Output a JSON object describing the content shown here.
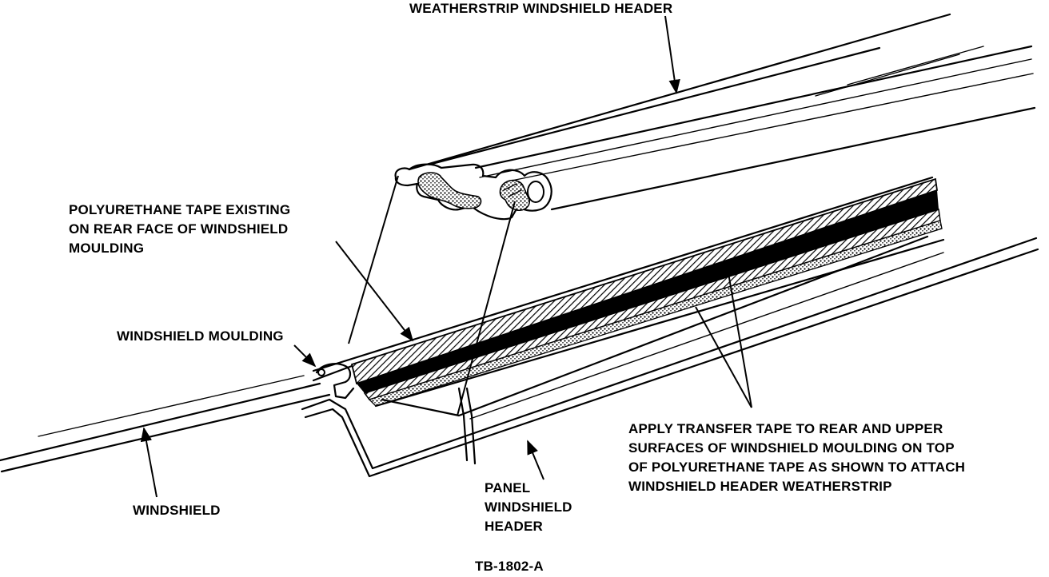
{
  "labels": {
    "weatherstrip_header": "WEATHERSTRIP WINDSHIELD HEADER",
    "poly_tape": [
      "POLYURETHANE TAPE EXISTING",
      "ON REAR FACE OF WINDSHIELD",
      "MOULDING"
    ],
    "moulding": "WINDSHIELD MOULDING",
    "transfer_tape": [
      "APPLY TRANSFER TAPE TO REAR AND UPPER",
      "SURFACES OF WINDSHIELD MOULDING ON TOP",
      "OF POLYURETHANE TAPE AS SHOWN TO ATTACH",
      "WINDSHIELD HEADER WEATHERSTRIP"
    ],
    "panel_header": [
      "PANEL",
      "WINDSHIELD",
      "HEADER"
    ],
    "windshield": "WINDSHIELD",
    "figure_id": "TB-1802-A"
  }
}
